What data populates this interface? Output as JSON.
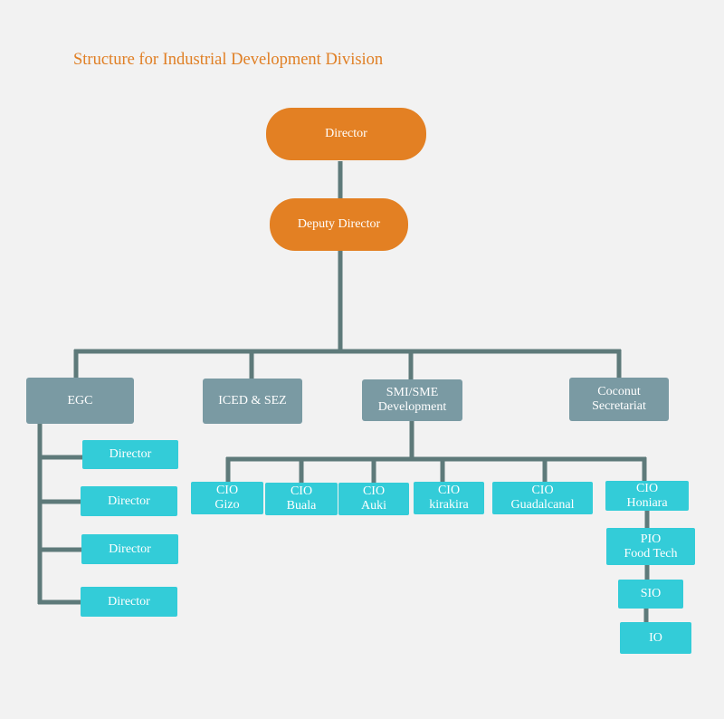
{
  "title": "Structure for Industrial Development Division",
  "colors": {
    "background": "#f2f2f2",
    "title": "#e07f24",
    "orange_node": "#e38023",
    "gray_node": "#7a9aa3",
    "cyan_node": "#33ccd8",
    "connector": "#5e7a7a"
  },
  "nodes": {
    "director": "Director",
    "deputy_director": "Deputy Director",
    "egc": "EGC",
    "iced_sez": "ICED & SEZ",
    "smi_sme": [
      "SMI/SME",
      "Development"
    ],
    "coconut": [
      "Coconut",
      "Secretariat"
    ],
    "egc_directors": [
      "Director",
      "Director",
      "Director",
      "Director"
    ],
    "cio_gizo": [
      "CIO",
      "Gizo"
    ],
    "cio_buala": [
      "CIO",
      "Buala"
    ],
    "cio_auki": [
      "CIO",
      "Auki"
    ],
    "cio_kirakira": [
      "CIO",
      "kirakira"
    ],
    "cio_guadalcanal": [
      "CIO",
      "Guadalcanal"
    ],
    "cio_honiara": [
      "CIO",
      "Honiara"
    ],
    "pio_food_tech": [
      "PIO",
      "Food Tech"
    ],
    "sio": "SIO",
    "io": "IO"
  }
}
